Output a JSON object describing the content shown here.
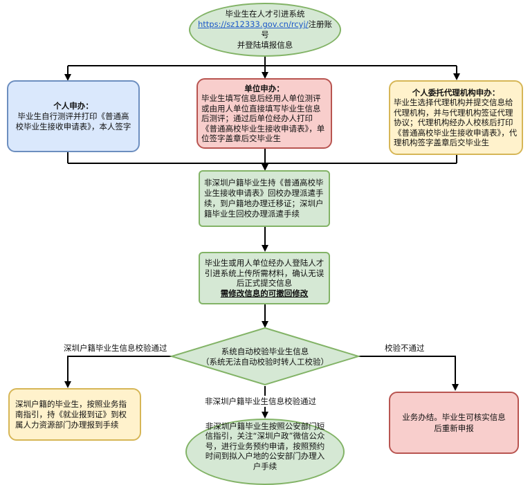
{
  "nodes": {
    "start": {
      "line1": "毕业生在人才引进系统",
      "link": "https://sz12333.gov.cn/rcyj/",
      "line2": "注册账号",
      "line3": "并登陆填报信息"
    },
    "personal": {
      "title": "个人申办：",
      "body": "毕业生自行测评并打印《普通高校毕业生接收申请表》，本人签字"
    },
    "unit": {
      "title": "单位申办：",
      "body": "毕业生填写信息后经用人单位测评或由用人单位直接填写毕业生信息后测评；通过后单位经办人打印《普通高校毕业生接收申请表》，单位签字盖章后交毕业生"
    },
    "agency": {
      "title": "个人委托代理机构申办：",
      "body": "毕业生选择代理机构并提交信息给代理机构，并与代理机构签证代理协议；代理机构经办人校核后打印《普通高校毕业生接收申请表》，代理机构签字盖章后交毕业生"
    },
    "nonlocal_dispatch": {
      "body": "非深圳户籍毕业生持《普通高校毕业生接收申请表》回校办理派遣手续，到户籍地办理迁移证；深圳户籍毕业生回校办理派遣手续"
    },
    "upload": {
      "body": "毕业生或用人单位经办人登陆人才引进系统上传所需材料，确认无误后正式提交信息",
      "emphasis": "需修改信息的可撤回修改"
    },
    "check": {
      "line1": "系统自动校验毕业生信息",
      "line2": "（系统无法自动校验时转人工校验）"
    },
    "local_report": {
      "body": "深圳户籍的毕业生，按照业务指南指引，持《就业报到证》到权属人力资源部门办理报到手续"
    },
    "nonlocal_appt": {
      "body": "非深圳户籍毕业生按照公安部门短信指引，关注“深圳户政”微信公众号，进行业务预约申请，按照预约时间到拟入户地的公安部门办理入户手续"
    },
    "fail": {
      "body": "业务办结。毕业生可核实信息后重新申报"
    }
  },
  "edge_labels": {
    "local_pass": "深圳户籍毕业生信息校验通过",
    "nonlocal_pass": "非深圳户籍毕业生信息校验通过",
    "fail": "校验不通过"
  }
}
